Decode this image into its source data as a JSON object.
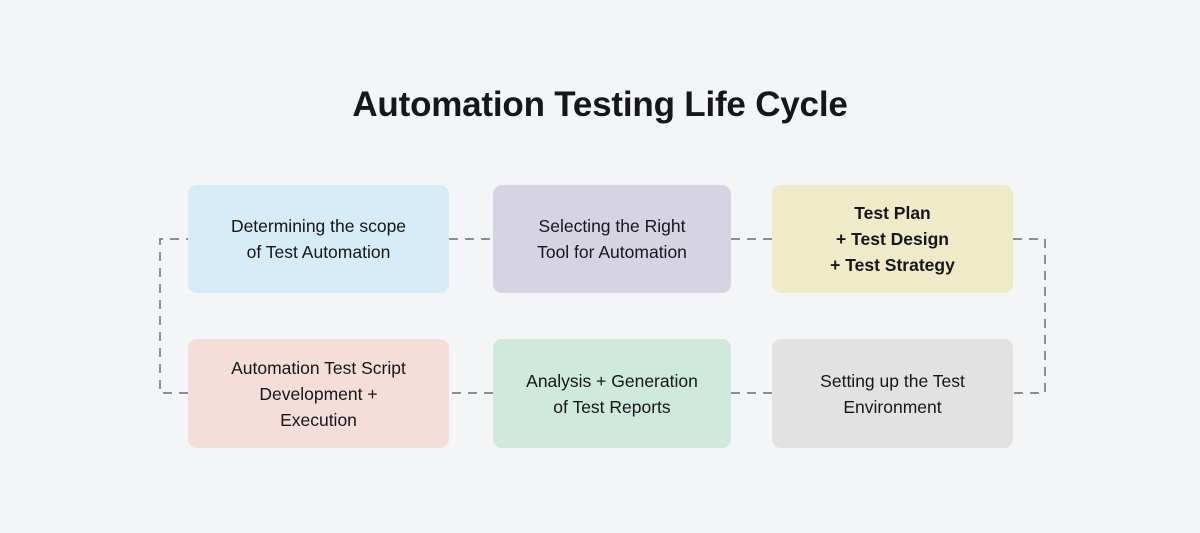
{
  "diagram": {
    "title": "Automation Testing Life Cycle",
    "background_color": "#f4f5f7",
    "connector_color": "#8a8f98",
    "connector_style": "dashed",
    "nodes": [
      {
        "id": "scope",
        "label": "Determining the scope\nof Test Automation",
        "color": "#d6ecf7",
        "order": 1,
        "row": 1,
        "column": 1
      },
      {
        "id": "tool",
        "label": "Selecting the Right\nTool for Automation",
        "color": "#d6d3e3",
        "order": 2,
        "row": 1,
        "column": 2
      },
      {
        "id": "plan",
        "label": "Test Plan\n+ Test Design\n+ Test Strategy",
        "color": "#efebc8",
        "order": 3,
        "row": 1,
        "column": 3
      },
      {
        "id": "environment",
        "label": "Setting up the Test\nEnvironment",
        "color": "#e2e2e2",
        "order": 4,
        "row": 2,
        "column": 3
      },
      {
        "id": "scripts",
        "label": "Analysis + Generation\nof Test Reports",
        "color": "#cfe9dd",
        "order": 5,
        "row": 2,
        "column": 2
      },
      {
        "id": "reports",
        "label": "Automation Test Script\nDevelopment +\nExecution",
        "color": "#f5ded9",
        "order": 6,
        "row": 2,
        "column": 1
      }
    ],
    "connectors": [
      {
        "id": "c1",
        "from": "scope",
        "to": "tool"
      },
      {
        "id": "c2",
        "from": "tool",
        "to": "plan"
      },
      {
        "id": "c3",
        "from": "plan",
        "to": "environment"
      },
      {
        "id": "c4",
        "from": "environment",
        "to": "reports"
      },
      {
        "id": "c5",
        "from": "reports",
        "to": "scripts"
      },
      {
        "id": "c6",
        "from": "scripts",
        "to": "scope"
      }
    ]
  }
}
